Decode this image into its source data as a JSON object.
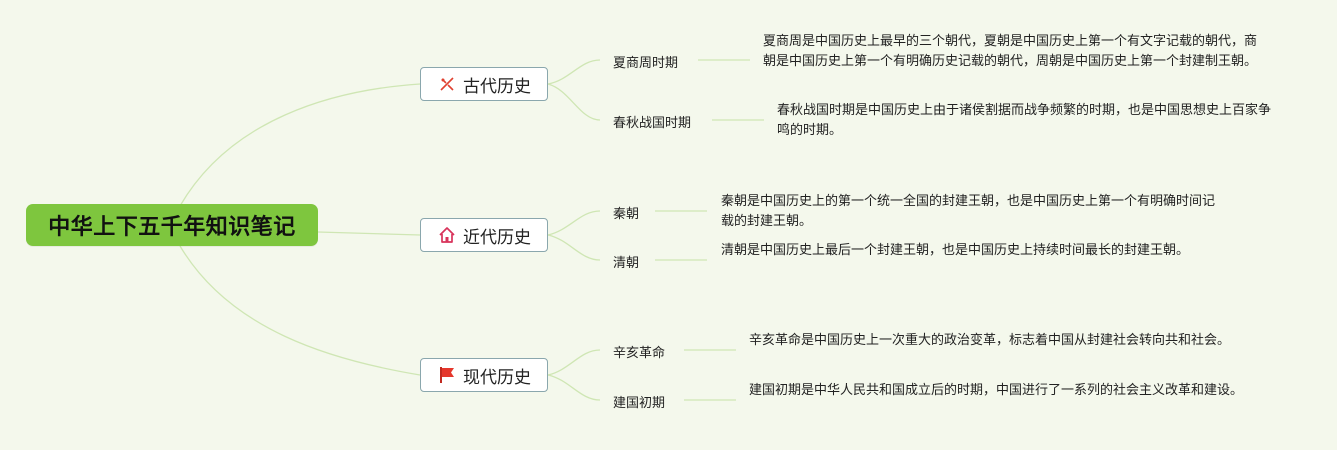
{
  "root": {
    "label": "中华上下五千年知识笔记"
  },
  "branches": [
    {
      "label": "古代历史",
      "icon": "scissors-icon",
      "children": [
        {
          "label": "夏商周时期",
          "desc": "夏商周是中国历史上最早的三个朝代，夏朝是中国历史上第一个有文字记载的朝代，商朝是中国历史上第一个有明确历史记载的朝代，周朝是中国历史上第一个封建制王朝。"
        },
        {
          "label": "春秋战国时期",
          "desc": "春秋战国时期是中国历史上由于诸侯割据而战争频繁的时期，也是中国思想史上百家争鸣的时期。"
        }
      ]
    },
    {
      "label": "近代历史",
      "icon": "house-icon",
      "children": [
        {
          "label": "秦朝",
          "desc": "秦朝是中国历史上的第一个统一全国的封建王朝，也是中国历史上第一个有明确时间记载的封建王朝。"
        },
        {
          "label": "清朝",
          "desc": "清朝是中国历史上最后一个封建王朝，也是中国历史上持续时间最长的封建王朝。"
        }
      ]
    },
    {
      "label": "现代历史",
      "icon": "flag-icon",
      "children": [
        {
          "label": "辛亥革命",
          "desc": "辛亥革命是中国历史上一次重大的政治变革，标志着中国从封建社会转向共和社会。"
        },
        {
          "label": "建国初期",
          "desc": "建国初期是中华人民共和国成立后的时期，中国进行了一系列的社会主义改革和建设。"
        }
      ]
    }
  ],
  "colors": {
    "background": "#f4f8ec",
    "root": "#7ec63e",
    "link": "#cfe6b4",
    "branch_border": "#8aa7ad",
    "flag": "#e5372c",
    "house": "#d8335b",
    "scissors": "#e0402f"
  }
}
